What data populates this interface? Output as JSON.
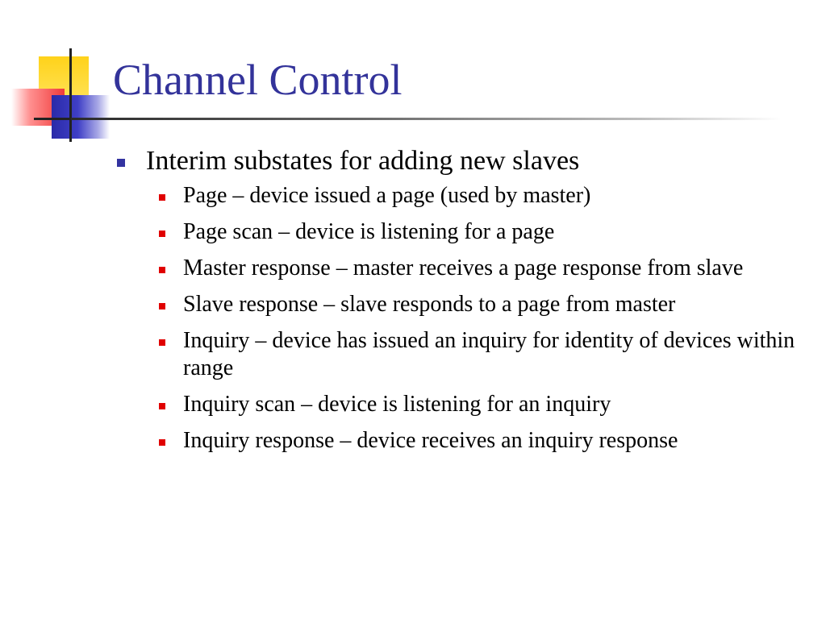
{
  "slide": {
    "title": "Channel Control",
    "main_point": "Interim substates for adding new slaves",
    "sub_points": [
      "Page – device issued a page (used by master)",
      "Page scan – device is listening for a page",
      "Master response – master receives a page response from slave",
      "Slave response – slave responds to a page from master",
      "Inquiry – device has issued an inquiry for identity of devices within range",
      "Inquiry scan – device is listening for an inquiry",
      "Inquiry response – device receives an inquiry response"
    ]
  },
  "colors": {
    "title": "#33339a",
    "level1_bullet": "#3333a0",
    "level2_bullet": "#e00000",
    "text": "#000000"
  }
}
